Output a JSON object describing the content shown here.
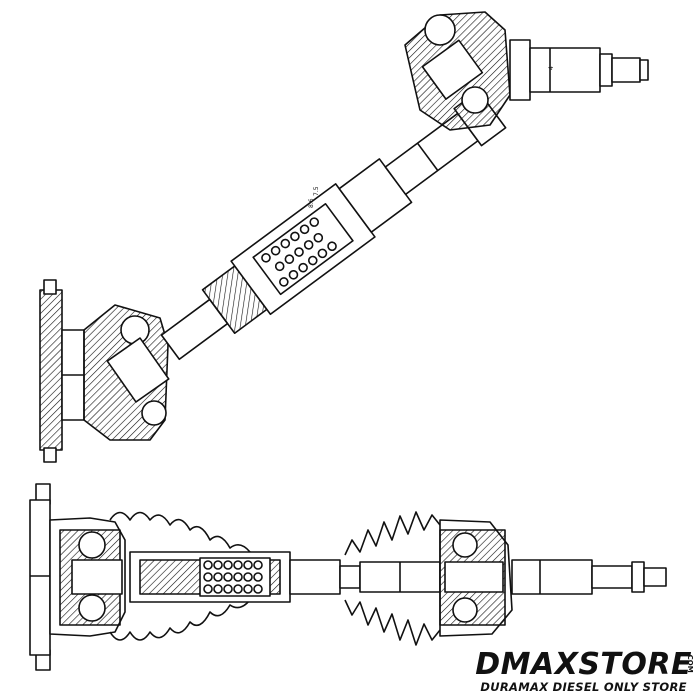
{
  "logo": {
    "main": "DMAXSTORE",
    "sub": "DURAMAX DIESEL ONLY STORE",
    "mark": ".COM"
  },
  "colors": {
    "line": "#111111",
    "background": "#ffffff",
    "hatch": "#111111"
  },
  "diagram": {
    "upper_labels": [
      "4",
      "7.5",
      "8.6"
    ]
  }
}
